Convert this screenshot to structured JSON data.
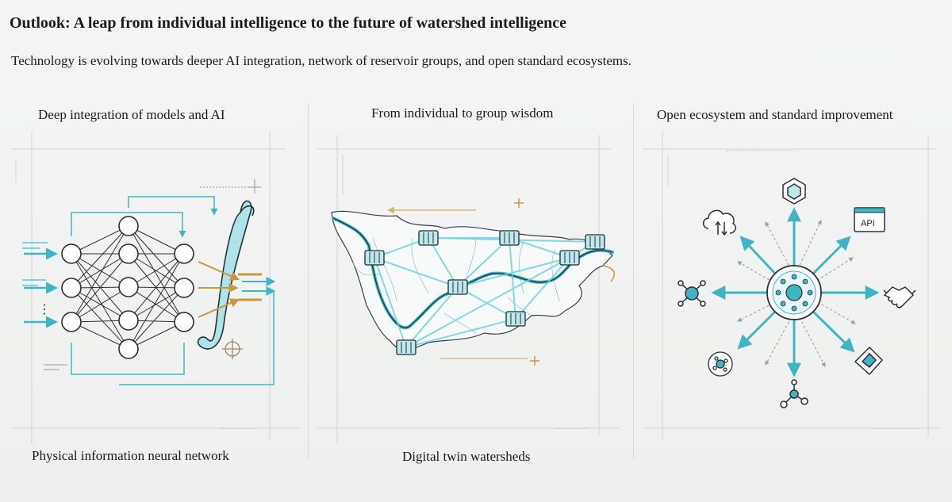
{
  "header": {
    "title": "Outlook: A leap from individual intelligence to the future of watershed intelligence",
    "subtitle": "Technology is evolving towards deeper AI integration, network of reservoir groups, and open standard ecosystems."
  },
  "panels": [
    {
      "heading": "Deep integration of models and AI",
      "caption": "Physical information neural network"
    },
    {
      "heading": "From individual to group wisdom",
      "caption": "Digital twin watersheds"
    },
    {
      "heading": "Open ecosystem and standard improvement",
      "caption": ""
    }
  ],
  "icons": {
    "nn": [
      "input-arrow-icon",
      "neural-network-icon",
      "integral-icon",
      "output-arrow-icon",
      "crosshair-icon"
    ],
    "watershed": [
      "river-basin-map-icon",
      "dam-icon",
      "river-icon"
    ],
    "ecosystem": [
      "hub-icon",
      "cloud-sync-icon",
      "cube-icon",
      "api-window-icon",
      "handshake-icon",
      "network-node-icon",
      "molecule-icon",
      "circuit-circle-icon",
      "diamond-shield-icon"
    ]
  },
  "labels": {
    "api": "API",
    "ellipsis": "⋮"
  },
  "colors": {
    "accent": "#3fb5c4",
    "gold": "#c49a3c",
    "line": "#2a2f33",
    "grid": "#cfd4d4"
  }
}
